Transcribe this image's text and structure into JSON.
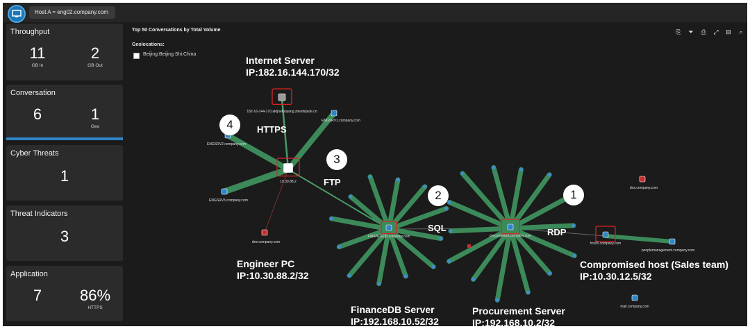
{
  "header": {
    "host_filter": "Host A = eng02.company.com"
  },
  "cards": {
    "throughput": {
      "title": "Throughput",
      "in_value": "11",
      "in_label": "GB In",
      "out_value": "2",
      "out_label": "GB Out"
    },
    "conversation": {
      "title": "Conversation",
      "count": "6",
      "geo_value": "1",
      "geo_label": "Geo"
    },
    "cyber_threats": {
      "title": "Cyber Threats",
      "value": "1"
    },
    "threat_indicators": {
      "title": "Threat Indicators",
      "value": "3"
    },
    "application": {
      "title": "Application",
      "count": "7",
      "pct": "86%",
      "pct_label": "HTTPS"
    }
  },
  "main": {
    "title": "Top 50 Conversations by Total Volume",
    "geolocations_label": "Geolocations:",
    "geo_item": "Beijing:Beijing Shi:China",
    "toolbar_icons": [
      "export-icon",
      "filter-icon",
      "print-icon",
      "expand-icon",
      "minimize-icon",
      "zoom-icon"
    ]
  },
  "graph": {
    "nodes": {
      "internet": "182-16-144-170.aktjnetbuyang.zheshijiade.cn",
      "engsrv1": "ENGSRV1.company.com",
      "engsrv2": "ENGSRV2.company.com",
      "engsrv3": "ENGSRV3.company.com",
      "engpc": "10.30.88.2",
      "dns1": "dns.company.com",
      "financedb": "FINANCEDB.company.com",
      "procurement": "procurement.company.com",
      "hrs": "hrs05.company.com",
      "dns2": "dns.company.com",
      "people": "peoplemanagement.company.com",
      "mail": "mail.company.com"
    }
  },
  "annotations": {
    "internet_title": "Internet Server",
    "internet_ip": "IP:182.16.144.170/32",
    "engineer_title": "Engineer PC",
    "engineer_ip": "IP:10.30.88.2/32",
    "finance_title": "FinanceDB Server",
    "finance_ip": "IP:192.168.10.52/32",
    "procurement_title": "Procurement Server",
    "procurement_ip": "IP:192.168.10.2/32",
    "compromised_title": "Compromised host (Sales team)",
    "compromised_ip": "IP:10.30.12.5/32",
    "proto_https": "HTTPS",
    "proto_ftp": "FTP",
    "proto_sql": "SQL",
    "proto_rdp": "RDP",
    "step_1": "1",
    "step_2": "2",
    "step_3": "3",
    "step_4": "4"
  }
}
